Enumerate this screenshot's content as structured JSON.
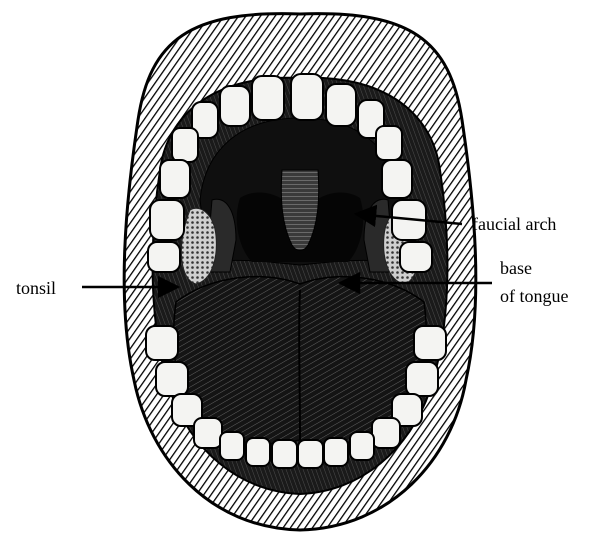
{
  "figure": {
    "subject": "open mouth illustration",
    "style": "pen-and-ink hatching"
  },
  "labels": {
    "faucial_arch": "faucial arch",
    "tonsil": "tonsil",
    "base_of_tongue_line1": "base",
    "base_of_tongue_line2": "of tongue"
  },
  "colors": {
    "ink": "#000000",
    "background": "#ffffff",
    "tooth": "#f4f4f2",
    "arrow": "#000000"
  }
}
